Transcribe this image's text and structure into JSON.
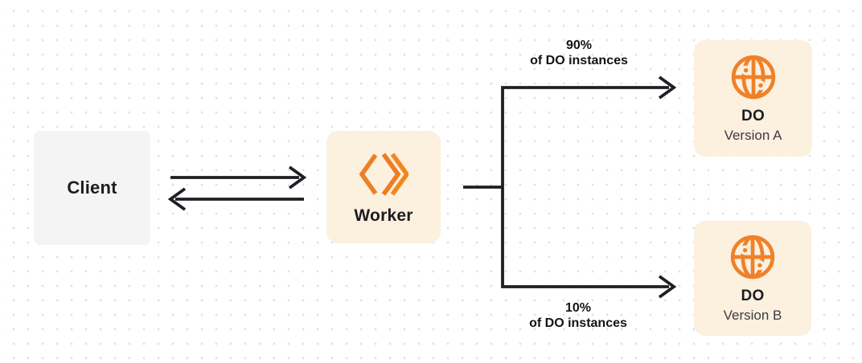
{
  "diagram": {
    "client": {
      "label": "Client"
    },
    "worker": {
      "label": "Worker"
    },
    "do_version_a": {
      "title": "DO",
      "subtitle": "Version A"
    },
    "do_version_b": {
      "title": "DO",
      "subtitle": "Version B"
    },
    "branch_top": {
      "percent": "90%",
      "caption": "of DO instances"
    },
    "branch_bottom": {
      "percent": "10%",
      "caption": "of DO instances"
    },
    "icons": {
      "worker_icon": "cloudflare-workers-chevrons",
      "durable_object_icon": "globe-with-object-dots"
    },
    "colors": {
      "accent_orange": "#EF8129",
      "node_cream": "#FCF0DF",
      "node_gray": "#F4F4F5",
      "line_dark": "#1F1E23",
      "dot_grid": "#E0E0E4",
      "background": "#FFFFFF"
    }
  }
}
